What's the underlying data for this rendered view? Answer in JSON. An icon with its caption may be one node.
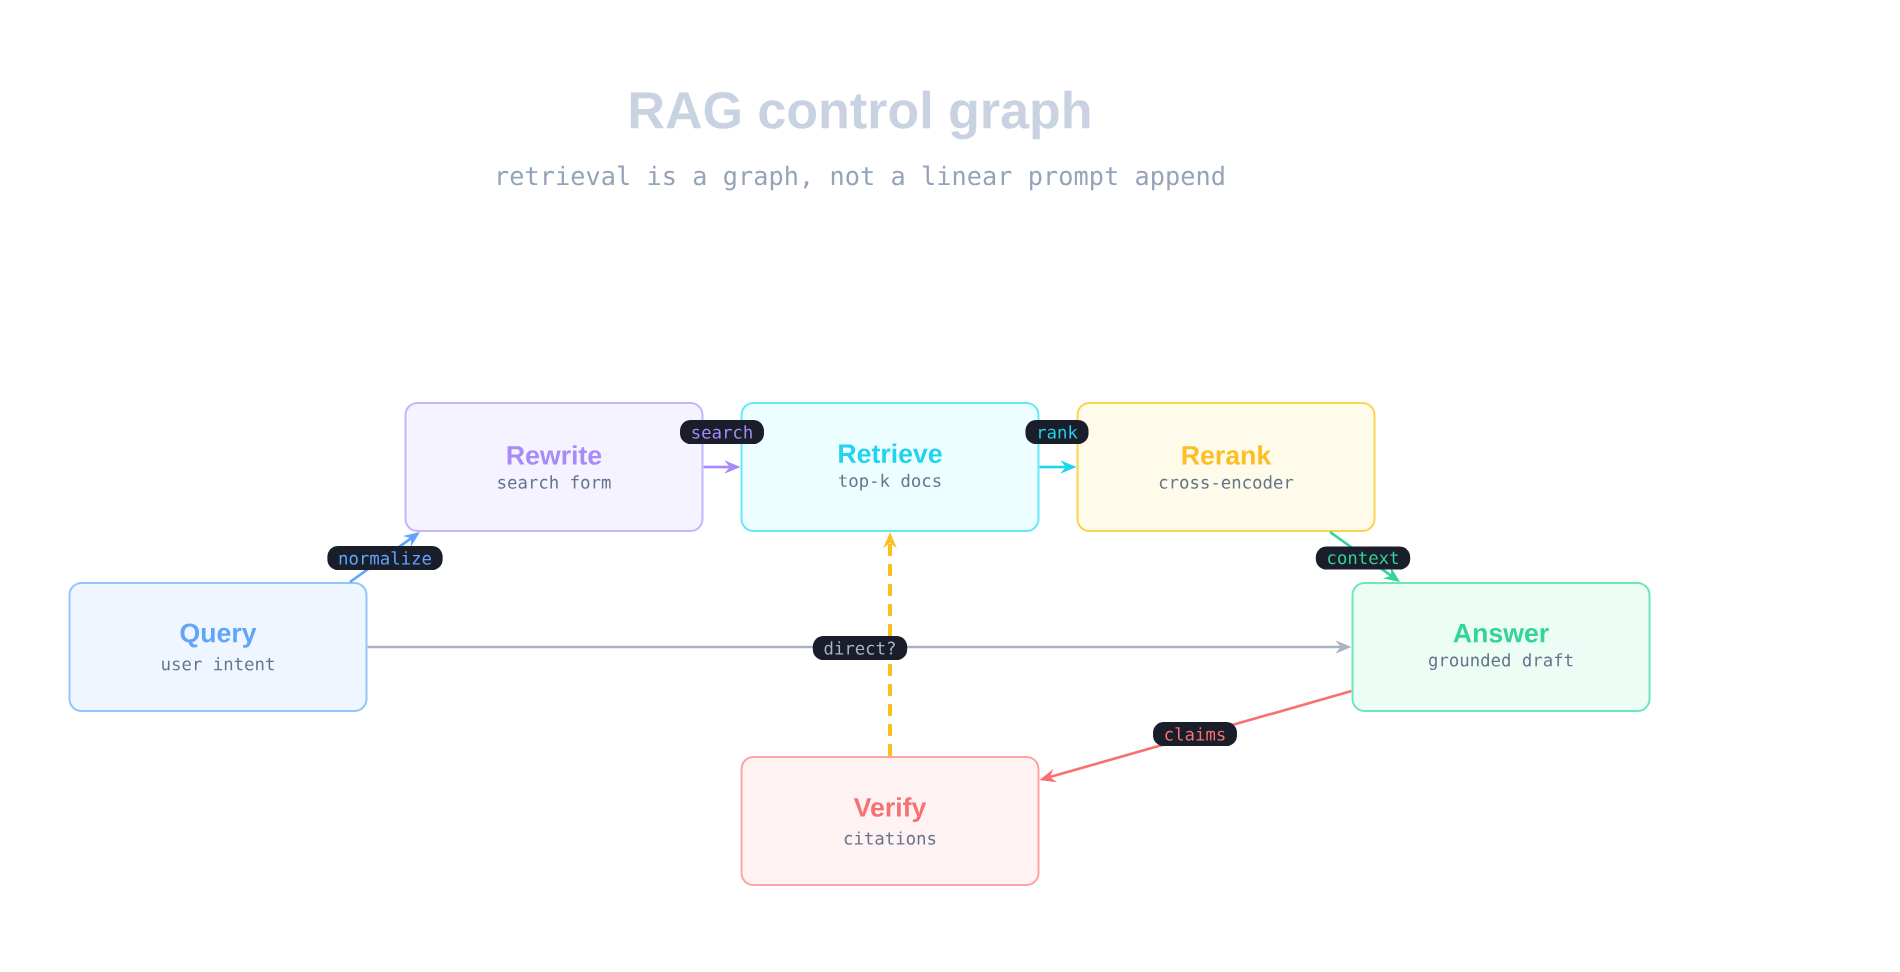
{
  "diagram": {
    "title": "RAG control graph",
    "nodes": [
      {
        "text": [
          "Query",
          "user intent"
        ]
      },
      {
        "text": [
          "Rewrite",
          "search form"
        ]
      },
      {
        "text": [
          "Retrieve",
          "top-k docs"
        ]
      },
      {
        "text": [
          "Rerank",
          "cross-encoder"
        ]
      },
      {
        "text": [
          "Answer",
          "grounded draft"
        ]
      },
      {
        "text": [
          "Verify",
          "citations"
        ]
      }
    ],
    "edges": [
      {
        "from": 0,
        "to": 1,
        "arrow": "to",
        "label": "normalize",
        "color": "#60a5fa"
      },
      {
        "from": 1,
        "to": 2,
        "arrow": "to",
        "label": "search",
        "color": "#a78bfa"
      },
      {
        "from": 2,
        "to": 3,
        "arrow": "to",
        "label": "rank",
        "color": "#22d3ee"
      },
      {
        "from": 3,
        "to": 4,
        "arrow": "to",
        "label": "context",
        "color": "#34d399"
      },
      {
        "from": 0,
        "to": 4,
        "arrow": "to",
        "label": "direct?",
        "color": "#aab4c0"
      },
      {
        "from": 4,
        "to": 5,
        "arrow": "to",
        "label": "claims",
        "color": "#f87171"
      },
      {
        "from": 5,
        "to": 2,
        "arrow": "to",
        "color": "#fbbf24",
        "style": "dashed"
      }
    ],
    "labels": [
      "retrieval is a graph, not a linear prompt append"
    ]
  }
}
